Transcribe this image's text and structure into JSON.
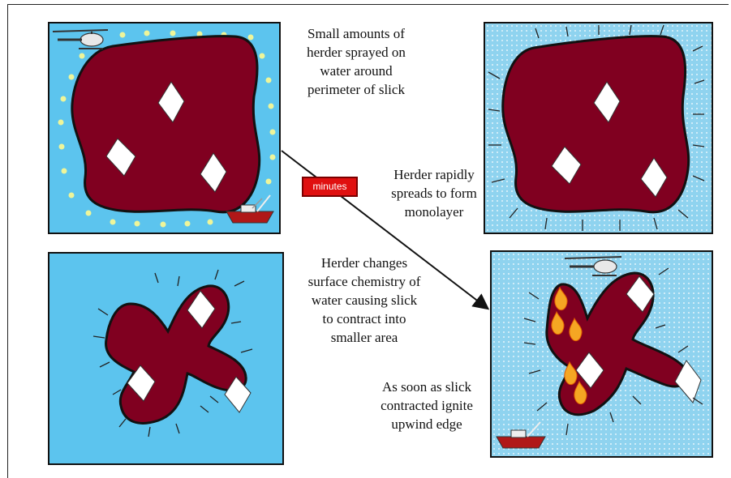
{
  "captions": {
    "step1": [
      "Small amounts of",
      "herder sprayed on",
      "water around",
      "perimeter of slick"
    ],
    "step2": [
      "Herder rapidly",
      "spreads to form",
      "monolayer"
    ],
    "step3": [
      "Herder changes",
      "surface chemistry of",
      "water causing slick",
      "to contract into",
      "smaller area"
    ],
    "step4": [
      "As soon as slick",
      "contracted ignite",
      "upwind edge"
    ]
  },
  "timer_badge": "minutes",
  "icons": {
    "helicopter": "helicopter-icon",
    "boat": "boat-icon",
    "fire": "fire-icon",
    "ice": "ice-floe-icon",
    "arrow": "inward-arrow-icon"
  },
  "colors": {
    "water": "#5cc4ee",
    "water_treated": "#8fd3ef",
    "oil": "#800020",
    "herder_drop": "#eef59a",
    "badge": "#e01010"
  }
}
